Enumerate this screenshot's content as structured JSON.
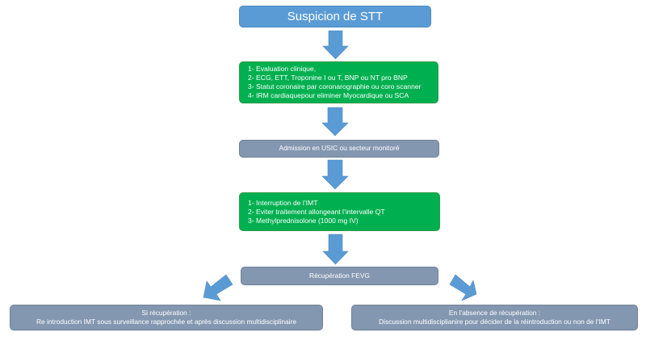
{
  "diagram": {
    "title_node": {
      "label": "Suspicion de STT",
      "color": "#5b9bd5"
    },
    "step1": {
      "color": "#00b050",
      "items": [
        "1- Evaluation clinique,",
        "2- ECG, ETT, Troponine I ou T, BNP ou NT pro BNP",
        "3- Statut coronaire par coronarographie ou coro scanner",
        "4- IRM cardiaquepour eliminer Myocardique ou SCA"
      ]
    },
    "admission": {
      "label": "Admission en USIC ou secteur monitoré",
      "color": "#8497b0"
    },
    "step2": {
      "color": "#00b050",
      "items": [
        "1- Interruption de l’IMT",
        "2- Eviter traitement allongeant l’intervalle QT",
        "3- Methylprednisolone (1000 mg IV)"
      ]
    },
    "recuperation": {
      "label": "Récupération FEVG",
      "color": "#8497b0"
    },
    "branch_yes": {
      "heading": "Si récupération :",
      "text": "Re introduction IMT sous surveillance rapprochée et après discussion  multidisciplinaire"
    },
    "branch_no": {
      "heading": "En l’absence de récupération :",
      "text": "Discussion multidisciplianire pour décider de la réintroduction ou non  de l’IMT"
    },
    "arrow_color": "#5b9bd5"
  }
}
